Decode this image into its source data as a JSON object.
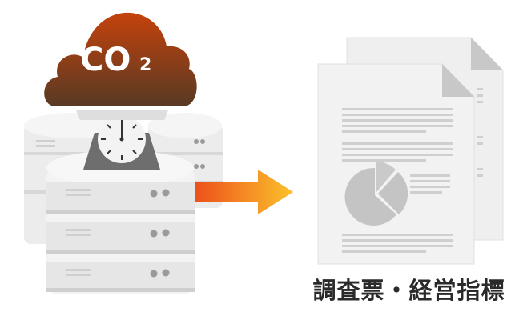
{
  "cloud": {
    "label": "CO",
    "subscript": "2"
  },
  "caption": "調査票・経営指標",
  "colors": {
    "cloud_top": "#c0410e",
    "cloud_bottom": "#5a3a22",
    "arrow_start": "#ee5a1c",
    "arrow_end": "#fbbc2a",
    "server": "#eeeeee",
    "document": "#f2f2f2",
    "chart": "#c4c4c4"
  }
}
